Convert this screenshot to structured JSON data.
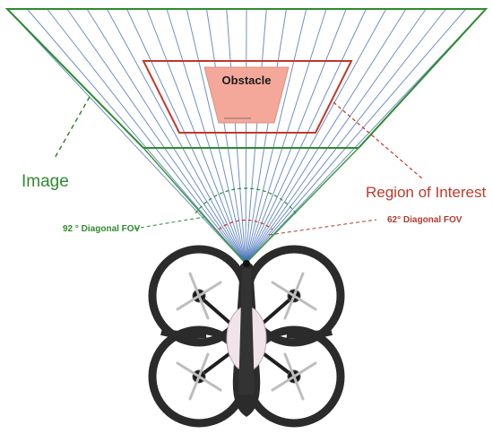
{
  "labels": {
    "obstacle": "Obstacle",
    "image": "Image",
    "region_of_interest": "Region of Interest",
    "fov_wide": "92 ° Diagonal FOV",
    "fov_narrow": "62°  Diagonal FOV"
  },
  "colors": {
    "image_frame": "#2e8b2e",
    "roi_frame": "#c0392b",
    "obstacle_fill": "#f4a89a",
    "ray_blue": "#3d6bb3",
    "ray_green": "#3f9a3f",
    "drone_body": "#2b2b2b"
  },
  "icons": {
    "drone": "quadcopter-drone-icon"
  }
}
